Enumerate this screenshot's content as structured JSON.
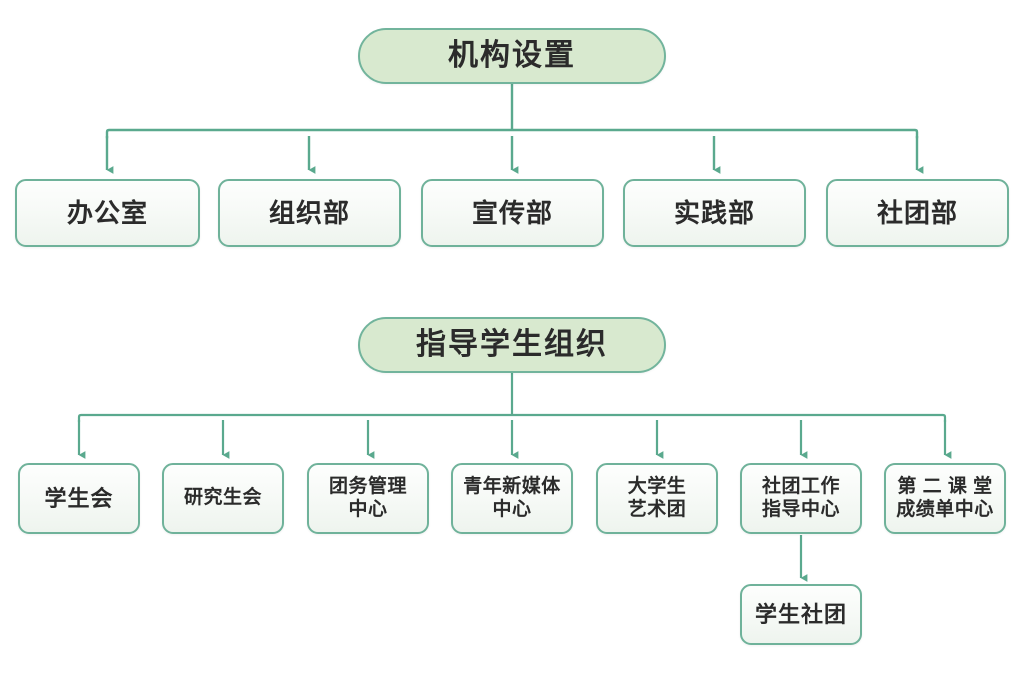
{
  "diagram": {
    "type": "org-chart",
    "title_visible": false,
    "colors": {
      "pill_fill": "#d8e9cf",
      "pill_border": "#72b49c",
      "box_border": "#6fb29a",
      "box_fill_top": "#fdfefd",
      "box_fill_bottom": "#eef4ee",
      "connector": "#5aa98e",
      "text": "#2b2b2b",
      "background": "#ffffff"
    },
    "sections": [
      {
        "id": "section-organization",
        "header": {
          "label": "机构设置"
        },
        "children": [
          {
            "id": "node-office",
            "label": "办公室"
          },
          {
            "id": "node-organization-dept",
            "label": "组织部"
          },
          {
            "id": "node-publicity-dept",
            "label": "宣传部"
          },
          {
            "id": "node-practice-dept",
            "label": "实践部"
          },
          {
            "id": "node-club-dept",
            "label": "社团部"
          }
        ]
      },
      {
        "id": "section-student-orgs",
        "header": {
          "label": "指导学生组织"
        },
        "children": [
          {
            "id": "node-student-union",
            "label": "学生会"
          },
          {
            "id": "node-graduate-union",
            "label": "研究生会"
          },
          {
            "id": "node-league-admin-center",
            "label": "团务管理\n中心"
          },
          {
            "id": "node-youth-media-center",
            "label": "青年新媒体\n中心"
          },
          {
            "id": "node-art-troupe",
            "label": "大学生\n艺术团"
          },
          {
            "id": "node-club-guidance-center",
            "label": "社团工作\n指导中心"
          },
          {
            "id": "node-second-classroom-center",
            "label": "第 二 课 堂\n成绩单中心"
          }
        ],
        "grandchildren": [
          {
            "id": "node-student-clubs",
            "label": "学生社团",
            "parent": "node-club-guidance-center"
          }
        ]
      }
    ]
  }
}
